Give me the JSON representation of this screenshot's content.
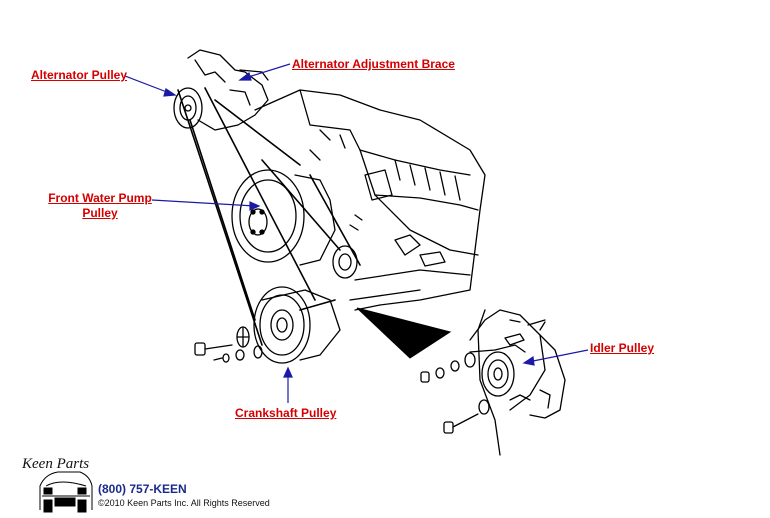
{
  "callouts": {
    "alternator_pulley": "Alternator Pulley",
    "alternator_brace": "Alternator Adjustment Brace",
    "water_pump_line1": "Front Water Pump",
    "water_pump_line2": "Pulley",
    "idler_pulley": "Idler Pulley",
    "crankshaft_pulley": "Crankshaft Pulley"
  },
  "footer": {
    "logo_text": "Keen Parts",
    "phone": "(800) 757-KEEN",
    "copyright": "©2010 Keen Parts Inc. All Rights Reserved"
  },
  "colors": {
    "label": "#d40000",
    "leader": "#1a1aa6",
    "phone": "#1a2a8c"
  }
}
